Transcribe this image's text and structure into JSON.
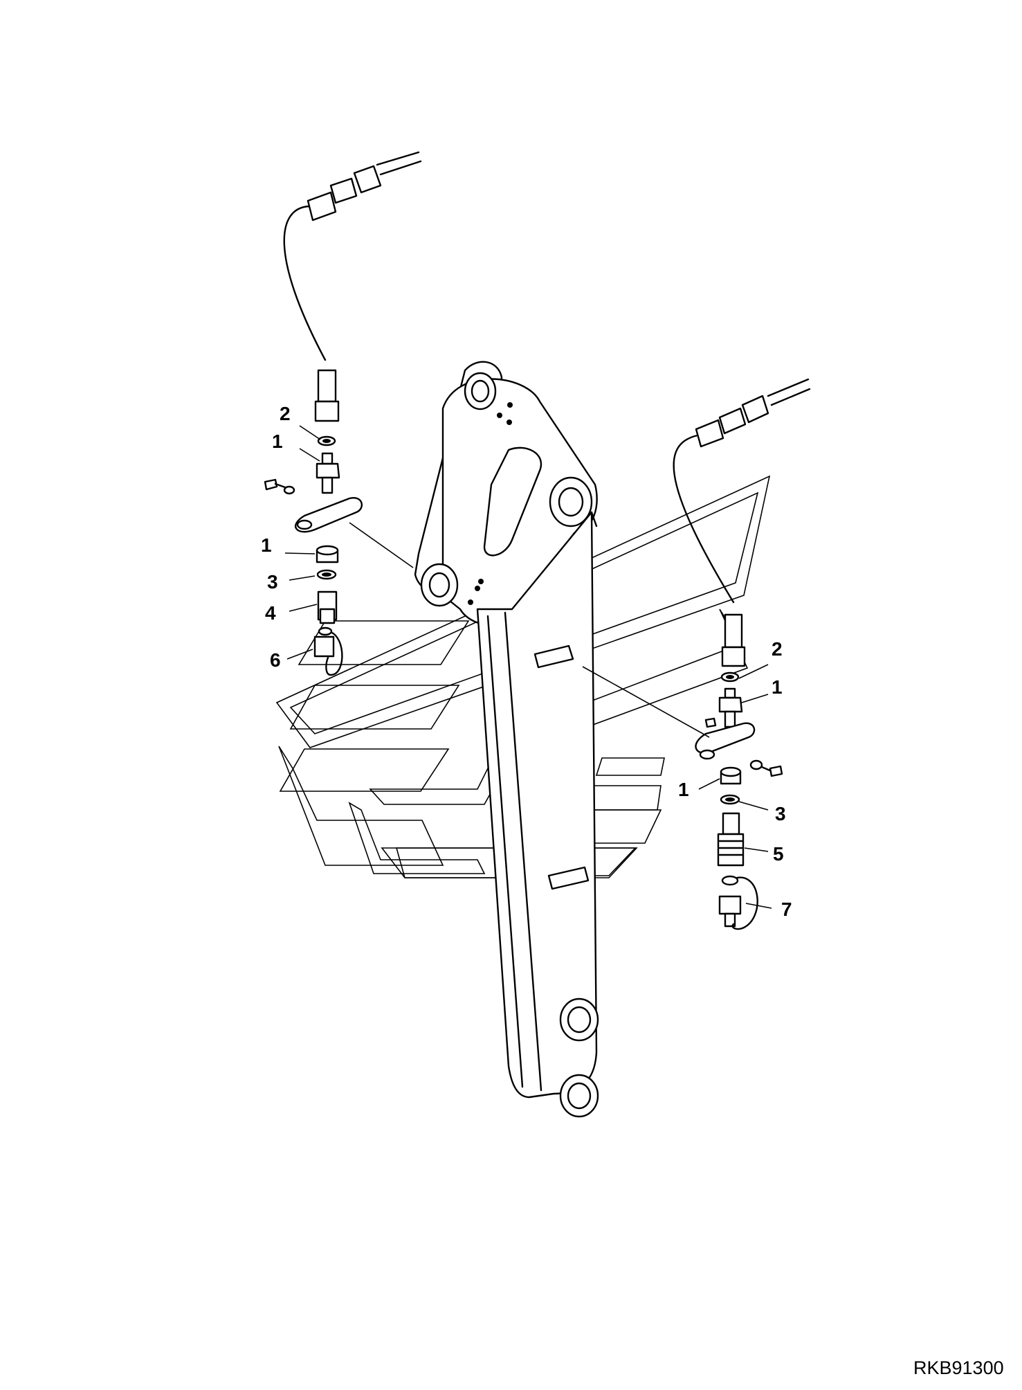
{
  "drawing_code": "RKB91300",
  "callouts": {
    "left": [
      {
        "id": "left-callout-2-a",
        "label": "2"
      },
      {
        "id": "left-callout-1-a",
        "label": "1"
      },
      {
        "id": "left-callout-1-b",
        "label": "1"
      },
      {
        "id": "left-callout-3",
        "label": "3"
      },
      {
        "id": "left-callout-4",
        "label": "4"
      },
      {
        "id": "left-callout-6",
        "label": "6"
      }
    ],
    "right": [
      {
        "id": "right-callout-2",
        "label": "2"
      },
      {
        "id": "right-callout-1-a",
        "label": "1"
      },
      {
        "id": "right-callout-1-b",
        "label": "1"
      },
      {
        "id": "right-callout-3",
        "label": "3"
      },
      {
        "id": "right-callout-5",
        "label": "5"
      },
      {
        "id": "right-callout-7",
        "label": "7"
      }
    ]
  },
  "icons": {
    "watermark": "manufacturer-logo-watermark",
    "arm": "excavator-arm-outline",
    "hose": "hydraulic-hose-icon",
    "coupler": "quick-coupler-icon"
  }
}
